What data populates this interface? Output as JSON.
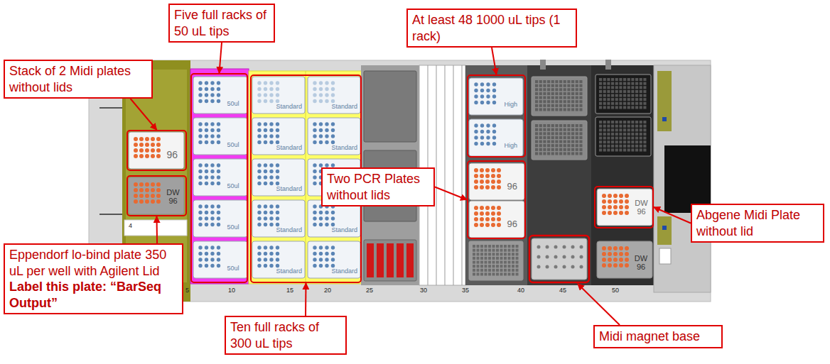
{
  "diagram": {
    "nodes": [
      {
        "text": [
          "Five full racks of 50 uL tips"
        ]
      },
      {
        "text": [
          "At least 48 1000 uL tips (1 rack)"
        ]
      },
      {
        "text": [
          "Stack of 2 Midi plates without lids"
        ]
      },
      {
        "text": [
          "96"
        ]
      },
      {
        "text": [
          "50ul",
          "50ul",
          "50ul",
          "50ul",
          "50ul"
        ]
      },
      {
        "text": [
          "Standard",
          "Standard",
          "Standard",
          "Standard",
          "Standard",
          "Standard",
          "Standard",
          "Standard",
          "Standard",
          "Standard"
        ]
      },
      {
        "text": [
          "High",
          "High"
        ]
      },
      {
        "text": [
          "Two PCR Plates without lids"
        ]
      },
      {
        "text": [
          "96",
          "96"
        ]
      },
      {
        "text": [
          "DW 96"
        ]
      },
      {
        "text": [
          "Abgene Midi Plate without lid"
        ]
      },
      {
        "text": [
          "DW 96"
        ]
      },
      {
        "text": [
          "Eppendorf lo-bind plate 350 uL per well with Agilent Lid",
          "Label this plate: “BarSeq Output”"
        ]
      },
      {
        "text": [
          "Ten full racks of 300 uL tips"
        ]
      },
      {
        "text": [
          "Midi magnet base"
        ]
      }
    ],
    "edges": [
      {
        "from": 0,
        "to": 4,
        "arrow": "to"
      },
      {
        "from": 1,
        "to": 6,
        "arrow": "to"
      },
      {
        "from": 2,
        "to": 3,
        "arrow": "to"
      },
      {
        "from": 7,
        "to": 8,
        "arrow": "to"
      },
      {
        "from": 10,
        "to": 9,
        "arrow": "to"
      },
      {
        "from": 12,
        "to": 11,
        "arrow": "to"
      },
      {
        "from": 13,
        "to": 5,
        "arrow": "to"
      }
    ],
    "labels": [
      "4",
      "5",
      "10",
      "15",
      "20",
      "25",
      "30",
      "35",
      "40",
      "45",
      "50",
      "DW 96"
    ]
  }
}
